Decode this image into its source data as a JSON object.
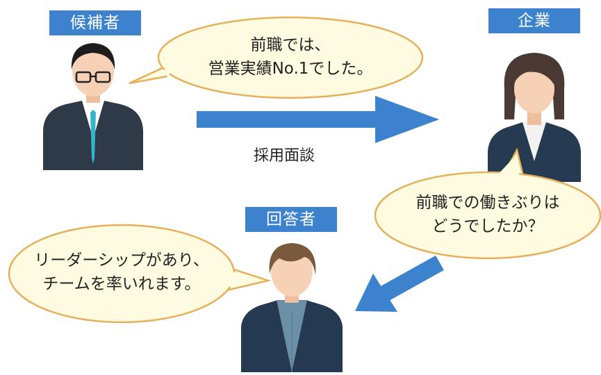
{
  "labels": {
    "candidate": "候補者",
    "company": "企業",
    "respondent": "回答者"
  },
  "bubbles": {
    "candidate": [
      "前職では、",
      "営業実績No.1でした。"
    ],
    "company": [
      "前職での働きぶりは",
      "どうでしたか？"
    ],
    "respondent": [
      "リーダーシップがあり、",
      "チームを率いれます。"
    ]
  },
  "arrow_caption": "採用面談",
  "colors": {
    "label_bg": "#3d82cc",
    "arrow": "#3d82cc",
    "bubble_fill": "#fffbe0",
    "bubble_stroke": "#e6b05a",
    "suit": "#2f3a48",
    "skin": "#f6d1b5"
  }
}
